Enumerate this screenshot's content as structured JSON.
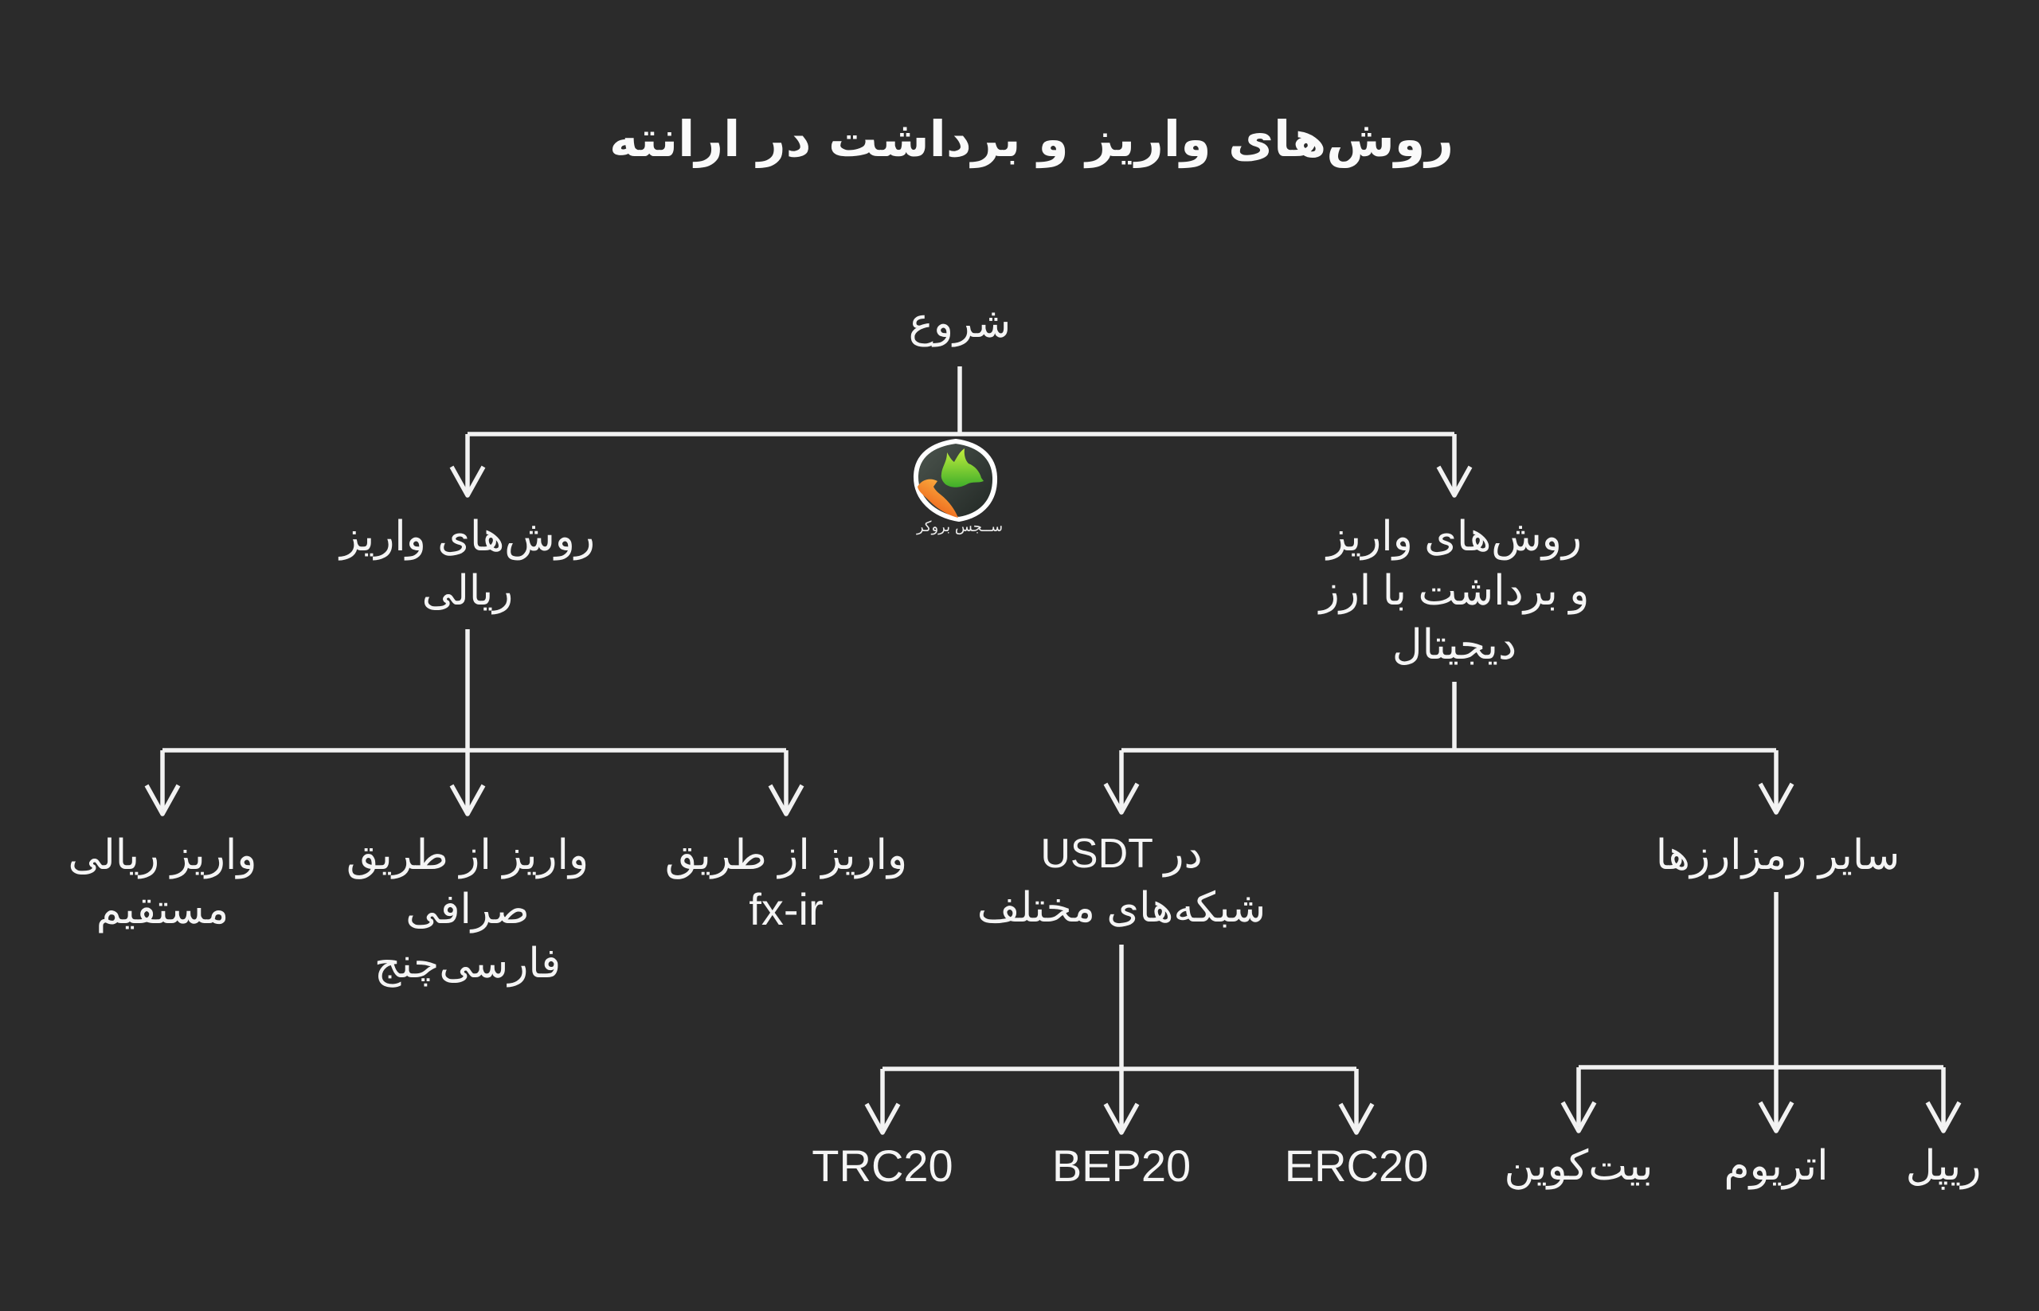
{
  "title": "روش‌های واریز و برداشت در ارانته",
  "logo": {
    "icon": "bull-bear-shield-icon",
    "caption": "ســجس بروکر"
  },
  "colors": {
    "background": "#2b2b2b",
    "text": "#f5f5f5",
    "connector": "#f2f2f2",
    "logo_green": "#7bd52c",
    "logo_orange": "#f0641c",
    "logo_shield": "#3c443f"
  },
  "diagram": {
    "type": "flowchart",
    "direction": "top-down",
    "nodes": {
      "start": {
        "label": "شروع",
        "lines": [
          "شروع"
        ]
      },
      "rial": {
        "label": "روش‌های واریز ریالی",
        "lines": [
          "روش‌های واریز",
          "ریالی"
        ]
      },
      "crypto": {
        "label": "روش‌های واریز و برداشت با ارز دیجیتال",
        "lines": [
          "روش‌های واریز",
          "و برداشت با ارز",
          "دیجیتال"
        ]
      },
      "direct_rial": {
        "label": "واریز ریالی مستقیم",
        "lines": [
          "واریز ریالی",
          "مستقیم"
        ]
      },
      "farsichange": {
        "label": "واریز از طریق صرافی فارسی‌چنج",
        "lines": [
          "واریز از طریق",
          "صرافی",
          "فارسی‌چنج"
        ]
      },
      "fx_ir": {
        "label": "واریز از طریق fx-ir",
        "lines": [
          "واریز از طریق",
          "fx-ir"
        ]
      },
      "usdt": {
        "label": "USDT در شبکه‌های مختلف",
        "lines": [
          "USDT در",
          "شبکه‌های مختلف"
        ]
      },
      "other_crypto": {
        "label": "سایر رمزارزها",
        "lines": [
          "سایر رمزارزها"
        ]
      },
      "trc20": {
        "label": "TRC20",
        "lines": [
          "TRC20"
        ]
      },
      "bep20": {
        "label": "BEP20",
        "lines": [
          "BEP20"
        ]
      },
      "erc20": {
        "label": "ERC20",
        "lines": [
          "ERC20"
        ]
      },
      "bitcoin": {
        "label": "بیت‌کوین",
        "lines": [
          "بیت‌کوین"
        ]
      },
      "ethereum": {
        "label": "اتریوم",
        "lines": [
          "اتریوم"
        ]
      },
      "ripple": {
        "label": "ریپل",
        "lines": [
          "ریپل"
        ]
      }
    },
    "edges": [
      {
        "from": "start",
        "to": "rial"
      },
      {
        "from": "start",
        "to": "crypto"
      },
      {
        "from": "rial",
        "to": "direct_rial"
      },
      {
        "from": "rial",
        "to": "farsichange"
      },
      {
        "from": "rial",
        "to": "fx_ir"
      },
      {
        "from": "crypto",
        "to": "usdt"
      },
      {
        "from": "crypto",
        "to": "other_crypto"
      },
      {
        "from": "usdt",
        "to": "trc20"
      },
      {
        "from": "usdt",
        "to": "bep20"
      },
      {
        "from": "usdt",
        "to": "erc20"
      },
      {
        "from": "other_crypto",
        "to": "bitcoin"
      },
      {
        "from": "other_crypto",
        "to": "ethereum"
      },
      {
        "from": "other_crypto",
        "to": "ripple"
      }
    ]
  }
}
